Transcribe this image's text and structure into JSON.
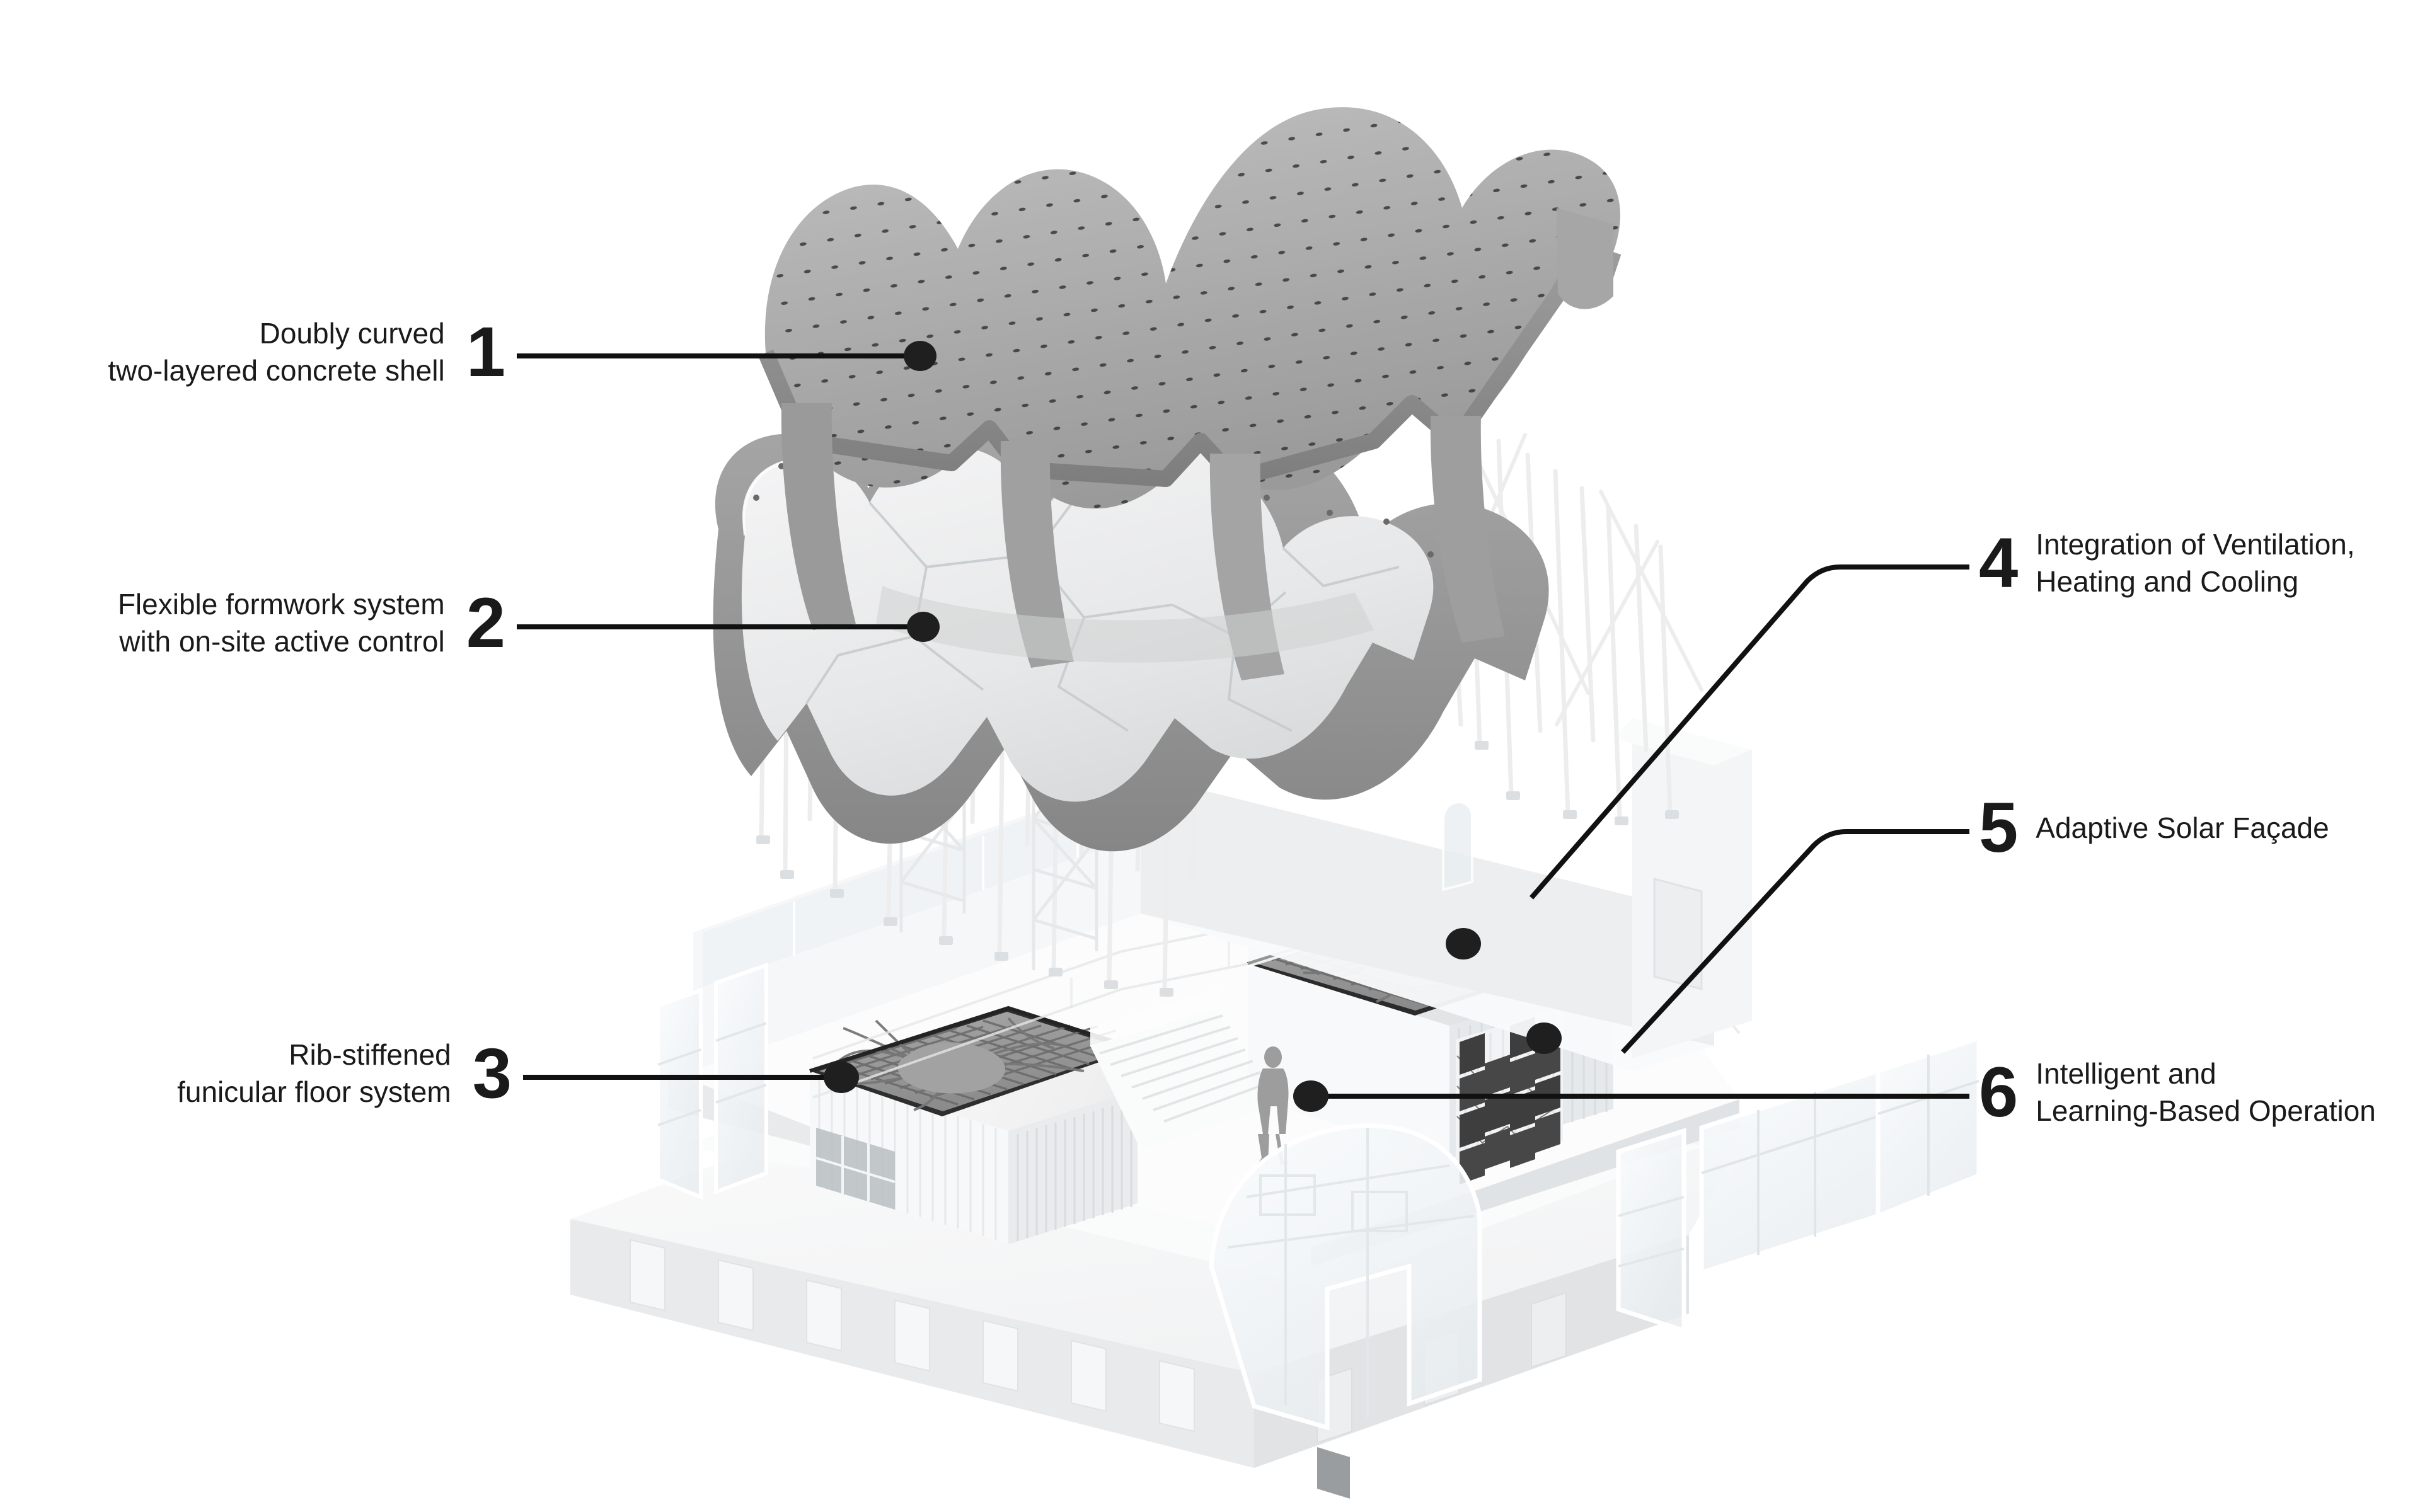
{
  "figure": {
    "kind": "exploded-axonometric-architectural-diagram",
    "background_color": "#ffffff",
    "line_color": "#111111"
  },
  "callouts": [
    {
      "number": "1",
      "lines": [
        "Doubly curved",
        "two-layered concrete shell"
      ],
      "side": "left",
      "leader": "straight-horizontal",
      "target": "concrete-shell"
    },
    {
      "number": "2",
      "lines": [
        "Flexible formwork system",
        "with on-site active control"
      ],
      "side": "left",
      "leader": "straight-horizontal",
      "target": "formwork-surface"
    },
    {
      "number": "3",
      "lines": [
        "Rib-stiffened",
        "funicular floor system"
      ],
      "side": "left",
      "leader": "straight-horizontal",
      "target": "funicular-floor-left"
    },
    {
      "number": "4",
      "lines": [
        "Integration of Ventilation,",
        "Heating and Cooling"
      ],
      "side": "right",
      "leader": "bent-diagonal",
      "target": "funicular-floor-right"
    },
    {
      "number": "5",
      "lines": [
        "Adaptive Solar Façade"
      ],
      "side": "right",
      "leader": "bent-diagonal",
      "target": "solar-facade-panels"
    },
    {
      "number": "6",
      "lines": [
        "Intelligent and",
        "Learning-Based Operation"
      ],
      "side": "right",
      "leader": "straight-horizontal",
      "target": "human-figure"
    }
  ],
  "palette": {
    "shell_top": "#adadad",
    "shell_rim": "#8f8f8f",
    "shell_shadow": "#9a9a9a",
    "formwork_face": "#eceded",
    "formwork_rim": "#9b9b9b",
    "slab_dark": "#3a3a3a",
    "slab_rib": "#8d8d8d",
    "slab_field": "#9e9e9e",
    "building_light": "#fbfbfb",
    "building_mid": "#f0f1f2",
    "building_shade": "#e2e4e6",
    "glass": "#f4f7f8",
    "prop_white": "#f7f7f7",
    "facade_panel": "#454545",
    "human": "#9c9c9c",
    "leader": "#111111",
    "text": "#1a1a1a"
  },
  "model_components": [
    {
      "name": "concrete-shell",
      "description": "doubly curved two-layered perforated concrete shell, grey, dotted grid of anchor dimples"
    },
    {
      "name": "formwork-surface",
      "description": "flexible formwork faceted white surface with grey rim beam"
    },
    {
      "name": "actuator-props",
      "description": "field of thin white adjustable props and lattice towers supporting the formwork"
    },
    {
      "name": "funicular-floor-left",
      "description": "rib-stiffened funicular floor slab shown in plan, dark grey waffle ribs"
    },
    {
      "name": "funicular-floor-right",
      "description": "second rib-stiffened funicular floor slab with integrated services"
    },
    {
      "name": "solar-facade-panels",
      "description": "grid of dark tiltable solar panels on thin stems"
    },
    {
      "name": "glass-facade-panels",
      "description": "exploded transparent glazing panels floating below the slab"
    },
    {
      "name": "human-figure",
      "description": "grey scale figure standing on the floor plate"
    },
    {
      "name": "base-podium",
      "description": "white podium block forming the base of the exploded model"
    },
    {
      "name": "stair",
      "description": "white straight-flight stair between the two floor plates"
    },
    {
      "name": "balustrade",
      "description": "thin white handrail / glass balustrade ribbon"
    }
  ]
}
